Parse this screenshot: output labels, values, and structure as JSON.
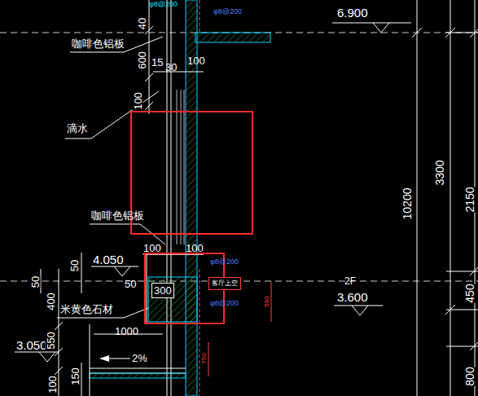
{
  "diagram": {
    "nodes": [
      {
        "text": [
          "300"
        ]
      },
      {
        "text": [
          "客厅上空"
        ]
      }
    ],
    "labels": [
      "φ8@200",
      "φ8@200",
      "6.900",
      "40",
      "咖啡色铝板",
      "600",
      "15",
      "30",
      "100",
      "100",
      "滴水",
      "咖啡色铝板",
      "100",
      "100",
      "4.050",
      "50",
      "50",
      "φ8@200",
      "φ8@200",
      "50",
      "400",
      "米黄色石材",
      "3.050",
      "1000",
      "550",
      "2%",
      "100",
      "150",
      "10200",
      "3300",
      "2150",
      "450",
      "800",
      "2F",
      "3.600",
      "750",
      "580"
    ]
  }
}
